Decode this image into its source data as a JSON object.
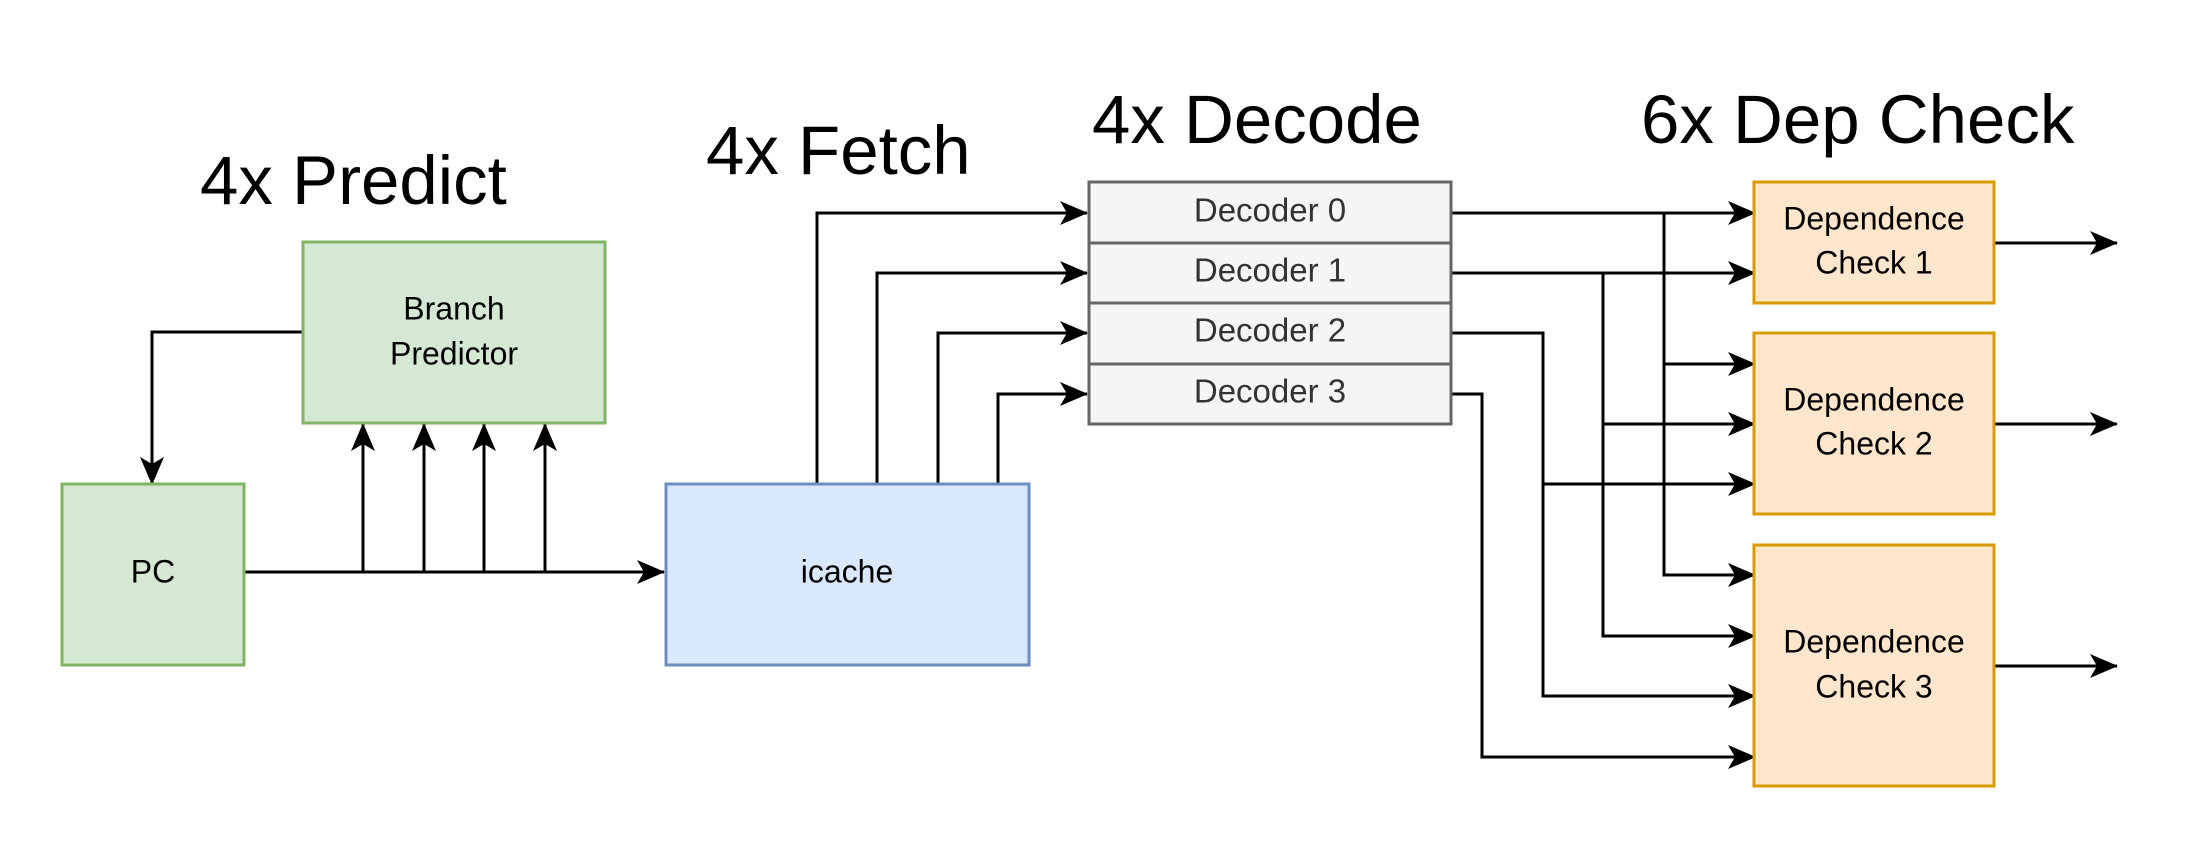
{
  "headings": {
    "predict": "4x Predict",
    "fetch": "4x Fetch",
    "decode": "4x Decode",
    "dep_check": "6x Dep Check"
  },
  "blocks": {
    "pc": "PC",
    "branch_predictor": [
      "Branch",
      "Predictor"
    ],
    "icache": "icache",
    "decoders": [
      "Decoder 0",
      "Decoder 1",
      "Decoder 2",
      "Decoder 3"
    ],
    "dependence_checks": [
      [
        "Dependence",
        "Check 1"
      ],
      [
        "Dependence",
        "Check 2"
      ],
      [
        "Dependence",
        "Check 3"
      ]
    ]
  },
  "colors": {
    "green_fill": "#d5e8d4",
    "green_stroke": "#82b366",
    "blue_fill": "#dae8fc",
    "blue_stroke": "#6c8ebf",
    "gray_fill": "#f5f5f5",
    "gray_stroke": "#666666",
    "orange_fill": "#ffe6cc",
    "orange_stroke": "#d79b00",
    "wire": "#000000"
  }
}
